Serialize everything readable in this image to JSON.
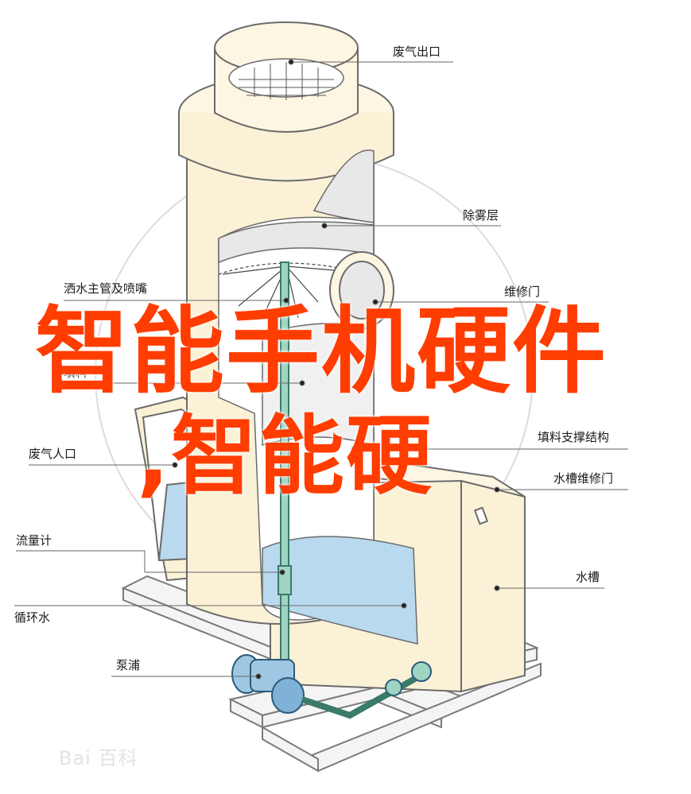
{
  "diagram": {
    "labels": {
      "exhaust_outlet": "废气出口",
      "mist_eliminator": "除雾层",
      "sprinkler_pipe": "洒水主管及喷嘴",
      "access_door": "维修门",
      "packing": "填料",
      "exhaust_inlet": "废气人口",
      "packing_support": "填料支撑结构",
      "tank_access_door": "水槽维修门",
      "flow_meter": "流量计",
      "water_tank": "水槽",
      "circulating_water": "循环水",
      "pump": "泵浦"
    },
    "overlay_title": {
      "line1": "智能手机硬件",
      "line2": ",智能硬"
    },
    "watermark": "Bai 百科",
    "colors": {
      "tower_fill": "#fbf1d6",
      "tower_stroke": "#6b6b6b",
      "water": "#b9d9ee",
      "title": "#ff3d00"
    }
  }
}
